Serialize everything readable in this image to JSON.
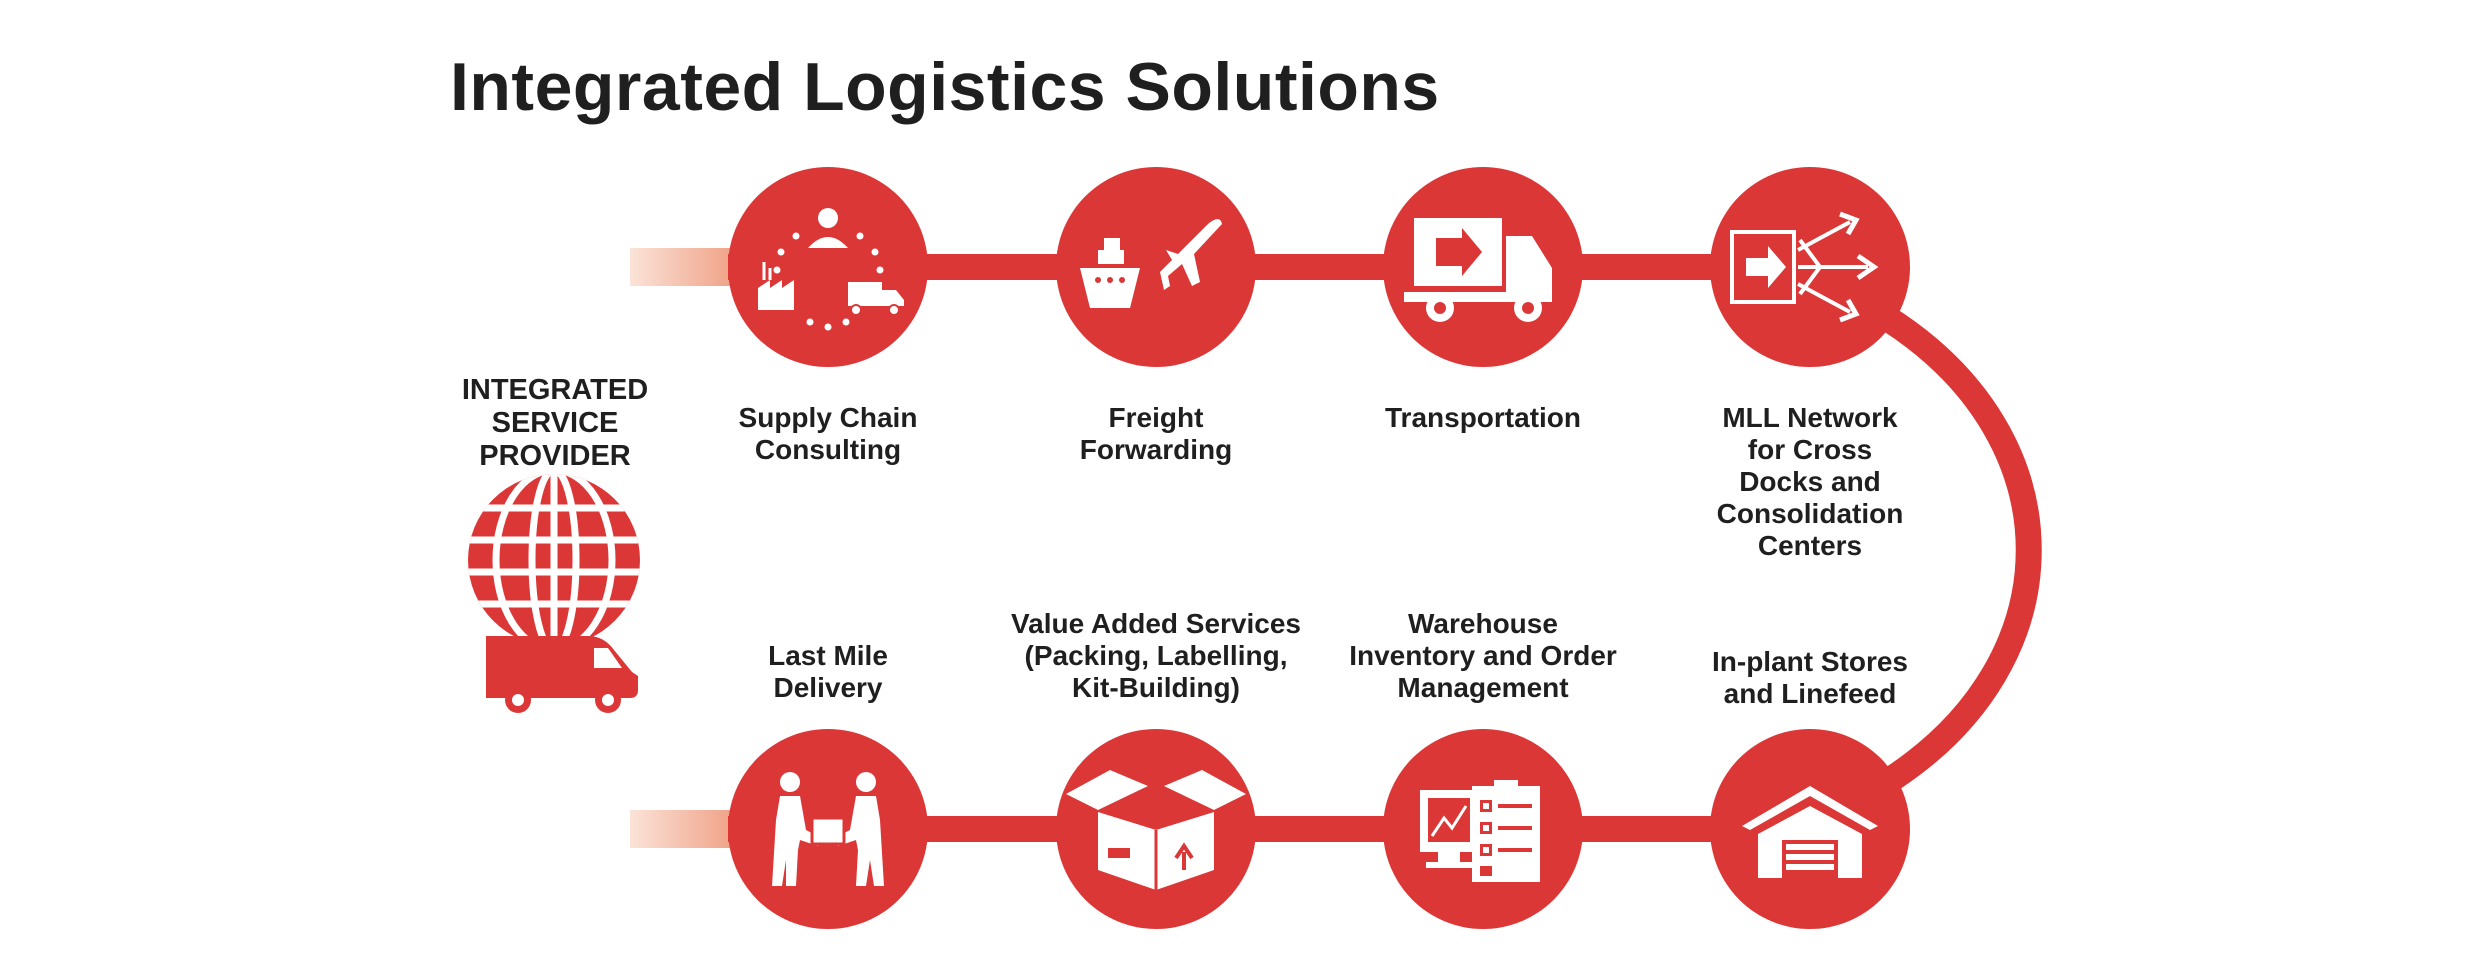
{
  "title": "Integrated Logistics Solutions",
  "provider": {
    "lines": [
      "INTEGRATED",
      "SERVICE",
      "PROVIDER"
    ]
  },
  "colors": {
    "accent": "#dc3737",
    "text": "#1f1f1f",
    "fade": "#f4c9b6"
  },
  "top_row": [
    {
      "icon": "supply-chain-consulting-icon",
      "lines": [
        "Supply Chain",
        "Consulting"
      ]
    },
    {
      "icon": "ship-plane-icon",
      "lines": [
        "Freight",
        "Forwarding"
      ]
    },
    {
      "icon": "truck-icon",
      "lines": [
        "Transportation"
      ]
    },
    {
      "icon": "cross-dock-arrows-icon",
      "lines": [
        "MLL Network",
        "for Cross",
        "Docks and",
        "Consolidation",
        "Centers"
      ]
    }
  ],
  "bottom_row": [
    {
      "icon": "handshake-delivery-icon",
      "lines": [
        "Last Mile",
        "Delivery"
      ]
    },
    {
      "icon": "open-box-icon",
      "lines": [
        "Value Added Services",
        "(Packing, Labelling,",
        "Kit-Building)"
      ]
    },
    {
      "icon": "inventory-checklist-icon",
      "lines": [
        "Warehouse",
        "Inventory and Order",
        "Management"
      ]
    },
    {
      "icon": "warehouse-icon",
      "lines": [
        "In-plant Stores",
        "and Linefeed"
      ]
    }
  ]
}
